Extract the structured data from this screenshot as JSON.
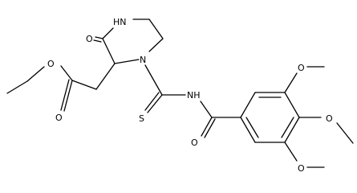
{
  "molecule": {
    "atoms": {
      "ring_nh": "HN",
      "ketone_o": "O",
      "ring_n": "N",
      "ester_o_single": "O",
      "ester_o_double": "O",
      "thio_s": "S",
      "amide_nh": "NH",
      "amide_o": "O",
      "methoxy_o_top": "O",
      "methoxy_o_right": "O",
      "methoxy_o_bottom": "O"
    },
    "colors": {
      "ink": "#000000",
      "background": "#ffffff"
    }
  }
}
